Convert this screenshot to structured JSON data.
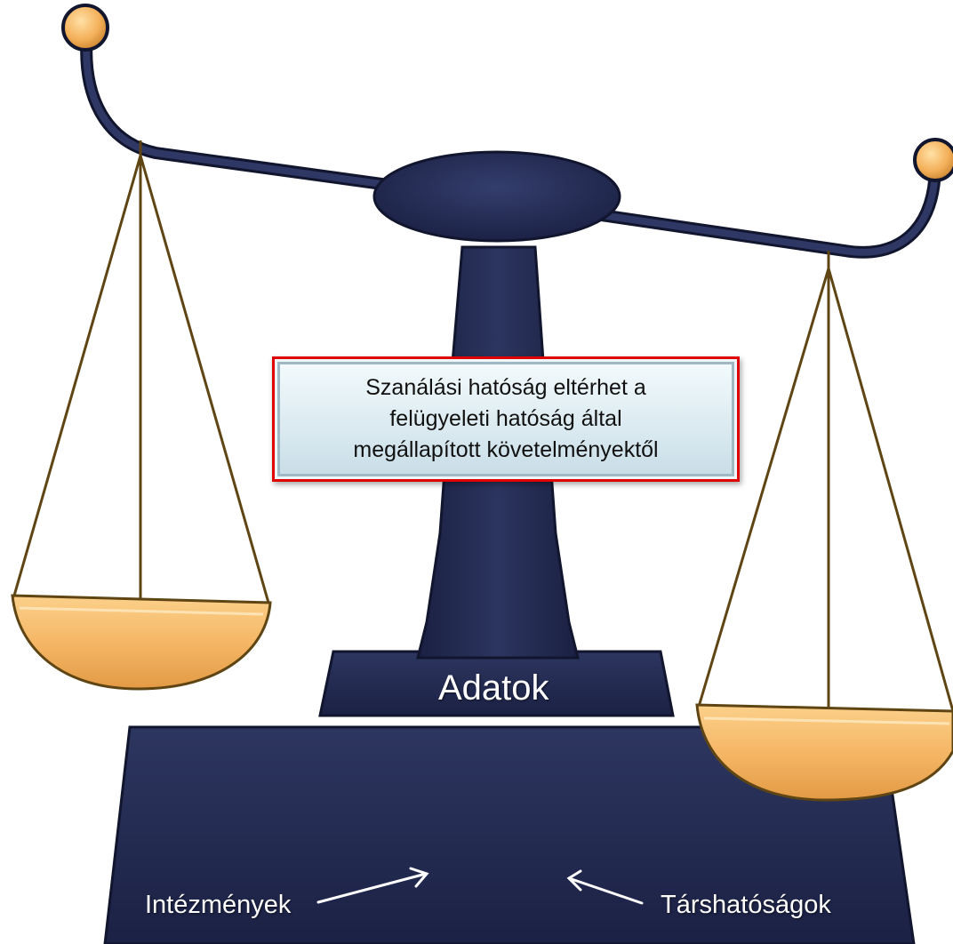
{
  "callout": {
    "text": "Szanálási hatóság  eltérhet a\nfelügyeleti hatóság által\nmegállapított követelményektől"
  },
  "base": {
    "center_label": "Adatok",
    "left_label": "Intézmények",
    "right_label": "Társhatóságok"
  },
  "colors": {
    "scale_body": "#232a4e",
    "knob": "#f4b05a",
    "pan": "#f5b766",
    "strings": "#5e4513",
    "callout_border": "#e00000"
  }
}
